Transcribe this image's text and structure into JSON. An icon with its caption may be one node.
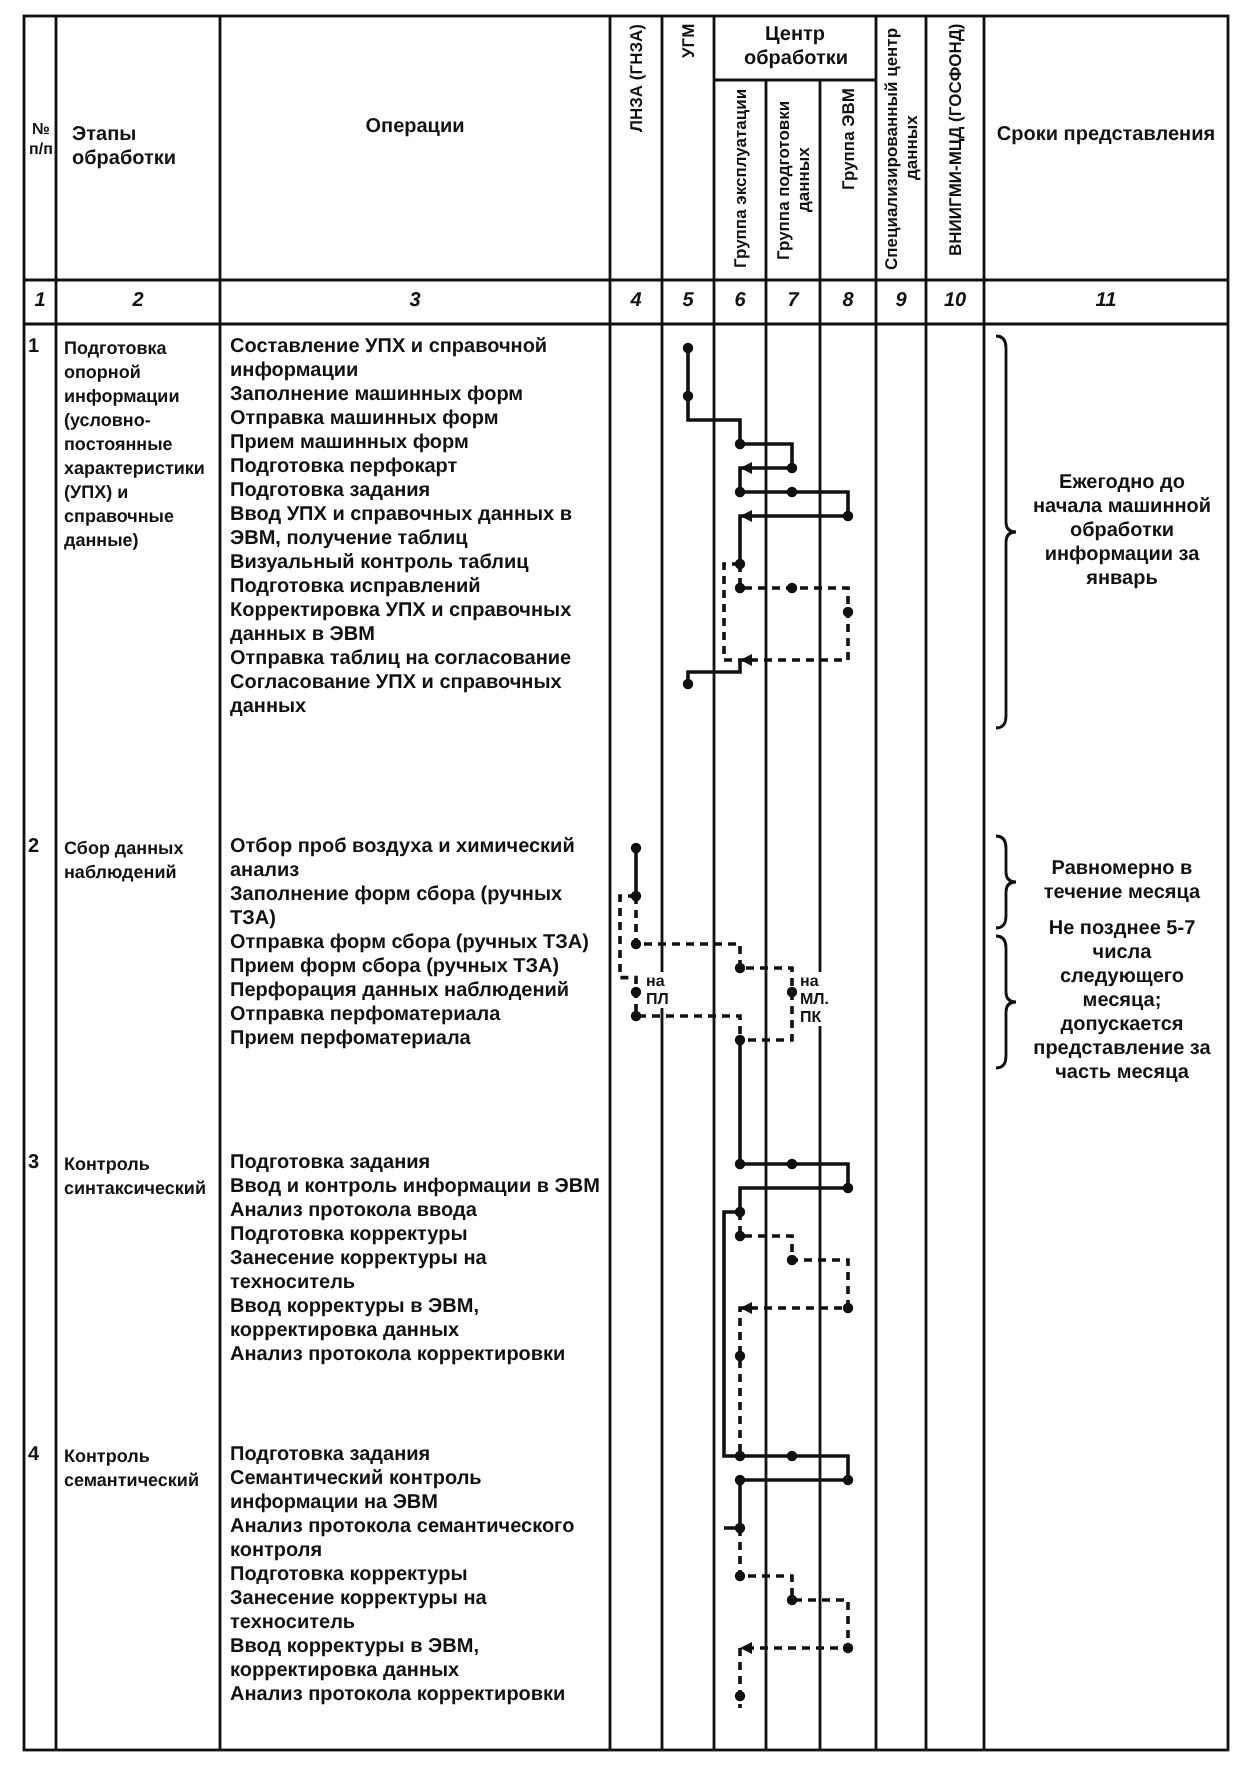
{
  "diagram": {
    "labels": [
      "№ п/п",
      "Этапы обработки",
      "Операции",
      "ЛНЗА (ГНЗА)",
      "УГМ",
      "Центр обработки",
      "Группа эксплуатации",
      "Группа подготовки данных",
      "Группа ЭВМ",
      "Специализированный центр данных",
      "ВНИИГМИ-МЦД (ГОСФОНД)",
      "Сроки представления",
      "1",
      "2",
      "3",
      "4",
      "5",
      "6",
      "7",
      "8",
      "9",
      "10",
      "11",
      "1",
      "Подготовка опорной информации (условно-постоянные характеристики (УПХ) и справочные данные)",
      "Составление УПХ и справочной информации",
      "Заполнение машинных форм",
      "Отправка машинных форм",
      "Прием машинных форм",
      "Подготовка перфокарт",
      "Подготовка задания",
      "Ввод УПХ и справочных данных в ЭВМ, получение таблиц",
      "Визуальный контроль таблиц",
      "Подготовка исправлений",
      "Корректировка УПХ и справочных данных в ЭВМ",
      "Отправка таблиц на согласование",
      "Согласование УПХ и справочных данных",
      "Ежегодно до начала машинной обработки информации за январь",
      "2",
      "Сбор данных наблюдений",
      "Отбор проб воздуха и химический анализ",
      "Заполнение форм сбора (ручных ТЗА)",
      "Отправка форм сбора (ручных ТЗА)",
      "Прием форм сбора (ручных ТЗА)",
      "Перфорация данных наблюдений",
      "Отправка перфоматериала",
      "Прием перфоматериала",
      "на ПЛ",
      "на МЛ. ПК",
      "Равномерно в течение месяца",
      "Не позднее 5-7 числа следующего месяца; допускается представление за часть месяца",
      "3",
      "Контроль синтаксический",
      "Подготовка задания",
      "Ввод и контроль информации в ЭВМ",
      "Анализ протокола ввода",
      "Подготовка корректуры",
      "Занесение корректуры на техноситель",
      "Ввод корректуры в ЭВМ, корректировка данных",
      "Анализ протокола корректировки",
      "4",
      "Контроль семантический",
      "Подготовка задания",
      "Семантический контроль информации на ЭВМ",
      "Анализ протокола семантического контроля",
      "Подготовка корректуры",
      "Занесение корректуры на техноситель",
      "Ввод корректуры в ЭВМ, корректировка данных",
      "Анализ протокола корректировки"
    ]
  }
}
